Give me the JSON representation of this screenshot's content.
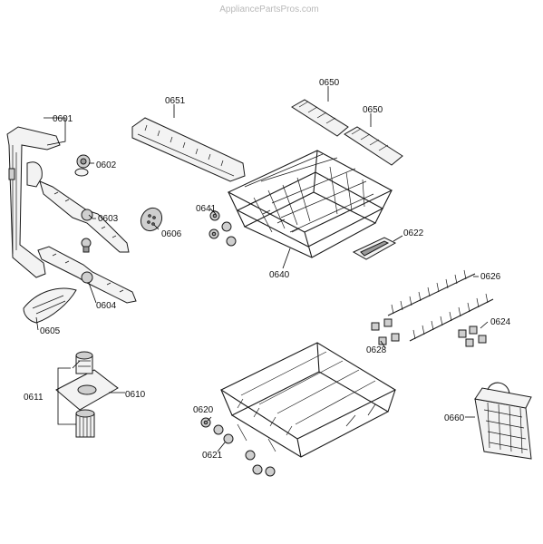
{
  "watermark": "AppliancePartsPros.com",
  "parts": {
    "p0601": "0601",
    "p0602": "0602",
    "p0603": "0603",
    "p0604": "0604",
    "p0605": "0605",
    "p0606": "0606",
    "p0610": "0610",
    "p0611": "0611",
    "p0620": "0620",
    "p0621": "0621",
    "p0622": "0622",
    "p0624": "0624",
    "p0626": "0626",
    "p0628": "0628",
    "p0640": "0640",
    "p0641": "0641",
    "p0650a": "0650",
    "p0650b": "0650",
    "p0651": "0651",
    "p0660": "0660"
  }
}
